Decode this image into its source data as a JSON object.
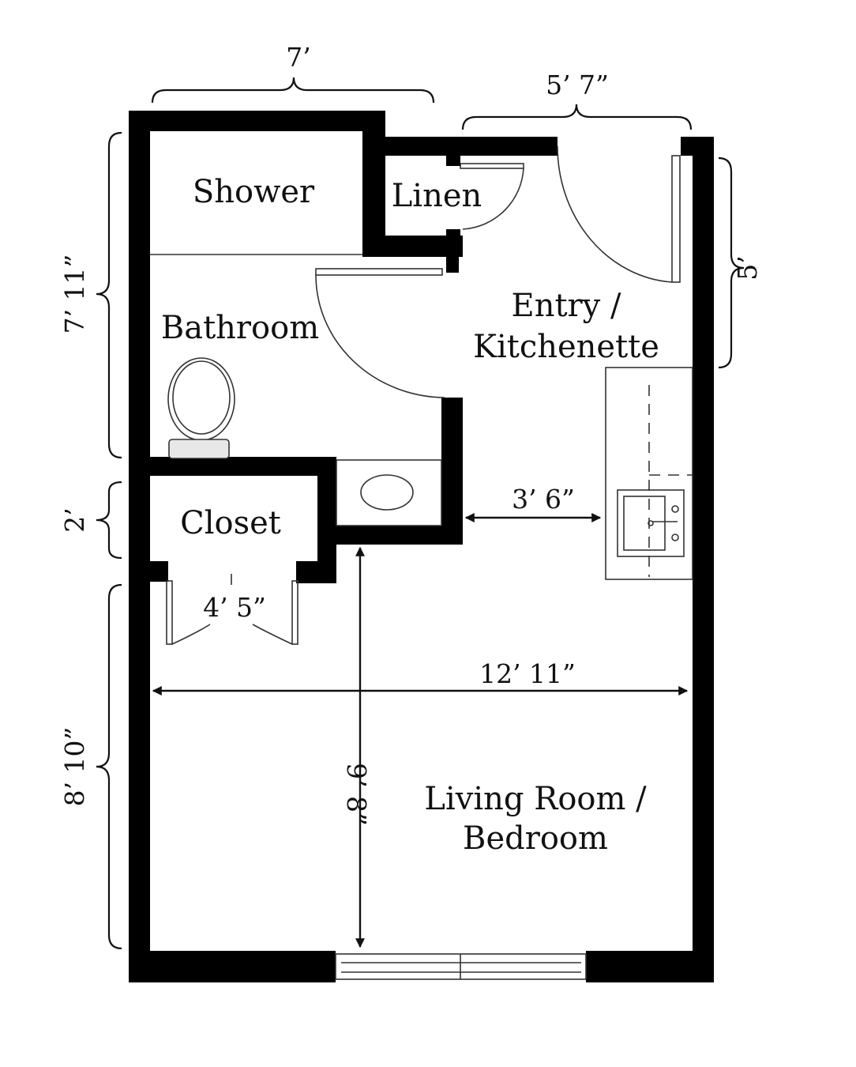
{
  "rooms": {
    "shower": "Shower",
    "linen": "Linen",
    "bathroom": "Bathroom",
    "entry_line1": "Entry /",
    "entry_line2": "Kitchenette",
    "closet": "Closet",
    "living_line1": "Living Room /",
    "living_line2": "Bedroom"
  },
  "dimensions": {
    "top_left_width": "7’",
    "top_right_width": "5’ 7”",
    "left_upper_height": "7’ 11”",
    "left_middle_height": "2’",
    "left_lower_height": "8’ 10”",
    "right_upper_height": "5’",
    "hall_width": "3’ 6”",
    "closet_width": "4’ 5”",
    "total_width": "12’ 11”",
    "living_depth": "9’ 8”"
  },
  "colors": {
    "wall": "#000000",
    "background": "#ffffff",
    "fixture_line": "#333333"
  }
}
